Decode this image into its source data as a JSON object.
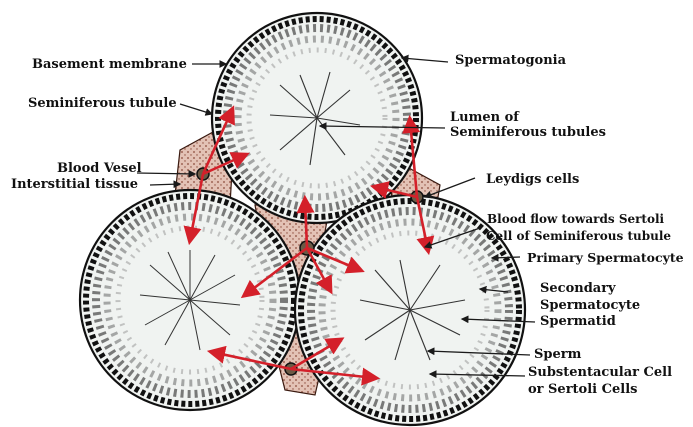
{
  "labels": {
    "basement_membrane": "Basement membrane",
    "seminiferous_tubule": "Seminiferous tubule",
    "blood_vesel": "Blood Vesel",
    "interstitial_tissue": "Interstitial tissue",
    "spermatogonia": "Spermatogonia",
    "lumen_line1": "Lumen of",
    "lumen_line2": "Seminiferous tubules",
    "leydigs_cells": "Leydigs cells",
    "blood_flow_line1": "Blood flow towards Sertoli",
    "blood_flow_line2": "Cell of Seminiferous tubule",
    "primary_spermatocyte": "Primary Spermatocyte",
    "secondary_line1": "Secondary",
    "secondary_line2": "Spermatocyte",
    "spermatid": "Spermatid",
    "sperm": "Sperm",
    "sertoli_line1": "Substentacular Cell",
    "sertoli_line2": "or Sertoli Cells"
  },
  "colors": {
    "arrow": "#d4202a",
    "ink": "#1a1a1a",
    "interstitial": "#c8907a",
    "lumen": "#eef1ef"
  }
}
